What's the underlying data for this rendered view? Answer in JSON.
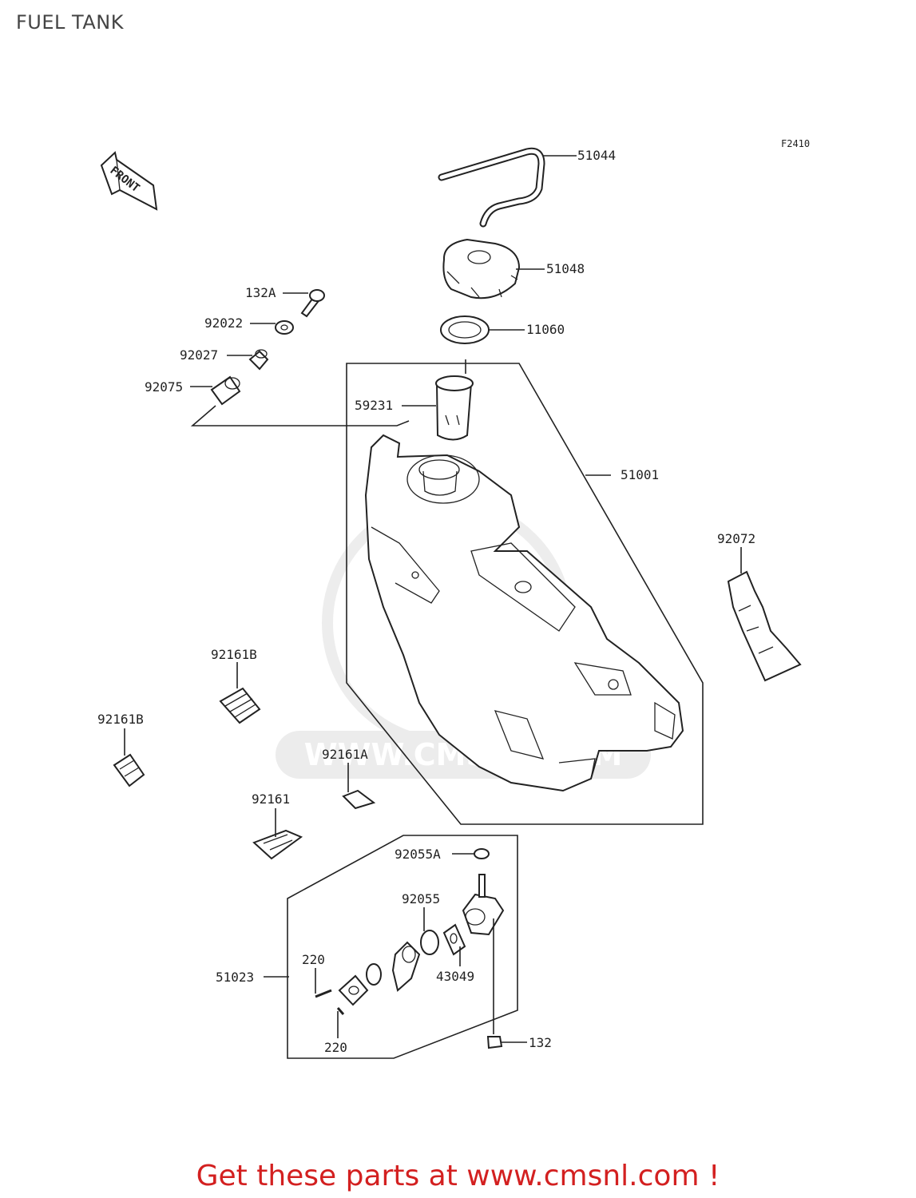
{
  "title": "FUEL TANK",
  "figure_code": "F2410",
  "front_arrow_label": "FRONT",
  "footer": "Get these parts at www.cmsnl.com !",
  "watermark": "WWW.CMSNL.COM",
  "colors": {
    "footer_text": "#d32020",
    "line": "#222222",
    "title_text": "#444444"
  },
  "parts": {
    "p51044": "51044",
    "p51048": "51048",
    "p11060": "11060",
    "p132A": "132A",
    "p92022": "92022",
    "p92027": "92027",
    "p92075": "92075",
    "p59231": "59231",
    "p51001": "51001",
    "p92072": "92072",
    "p92161B_1": "92161B",
    "p92161B_2": "92161B",
    "p92161A": "92161A",
    "p92161": "92161",
    "p92055A": "92055A",
    "p92055": "92055",
    "p43049": "43049",
    "p220_1": "220",
    "p220_2": "220",
    "p51023": "51023",
    "p132": "132"
  }
}
